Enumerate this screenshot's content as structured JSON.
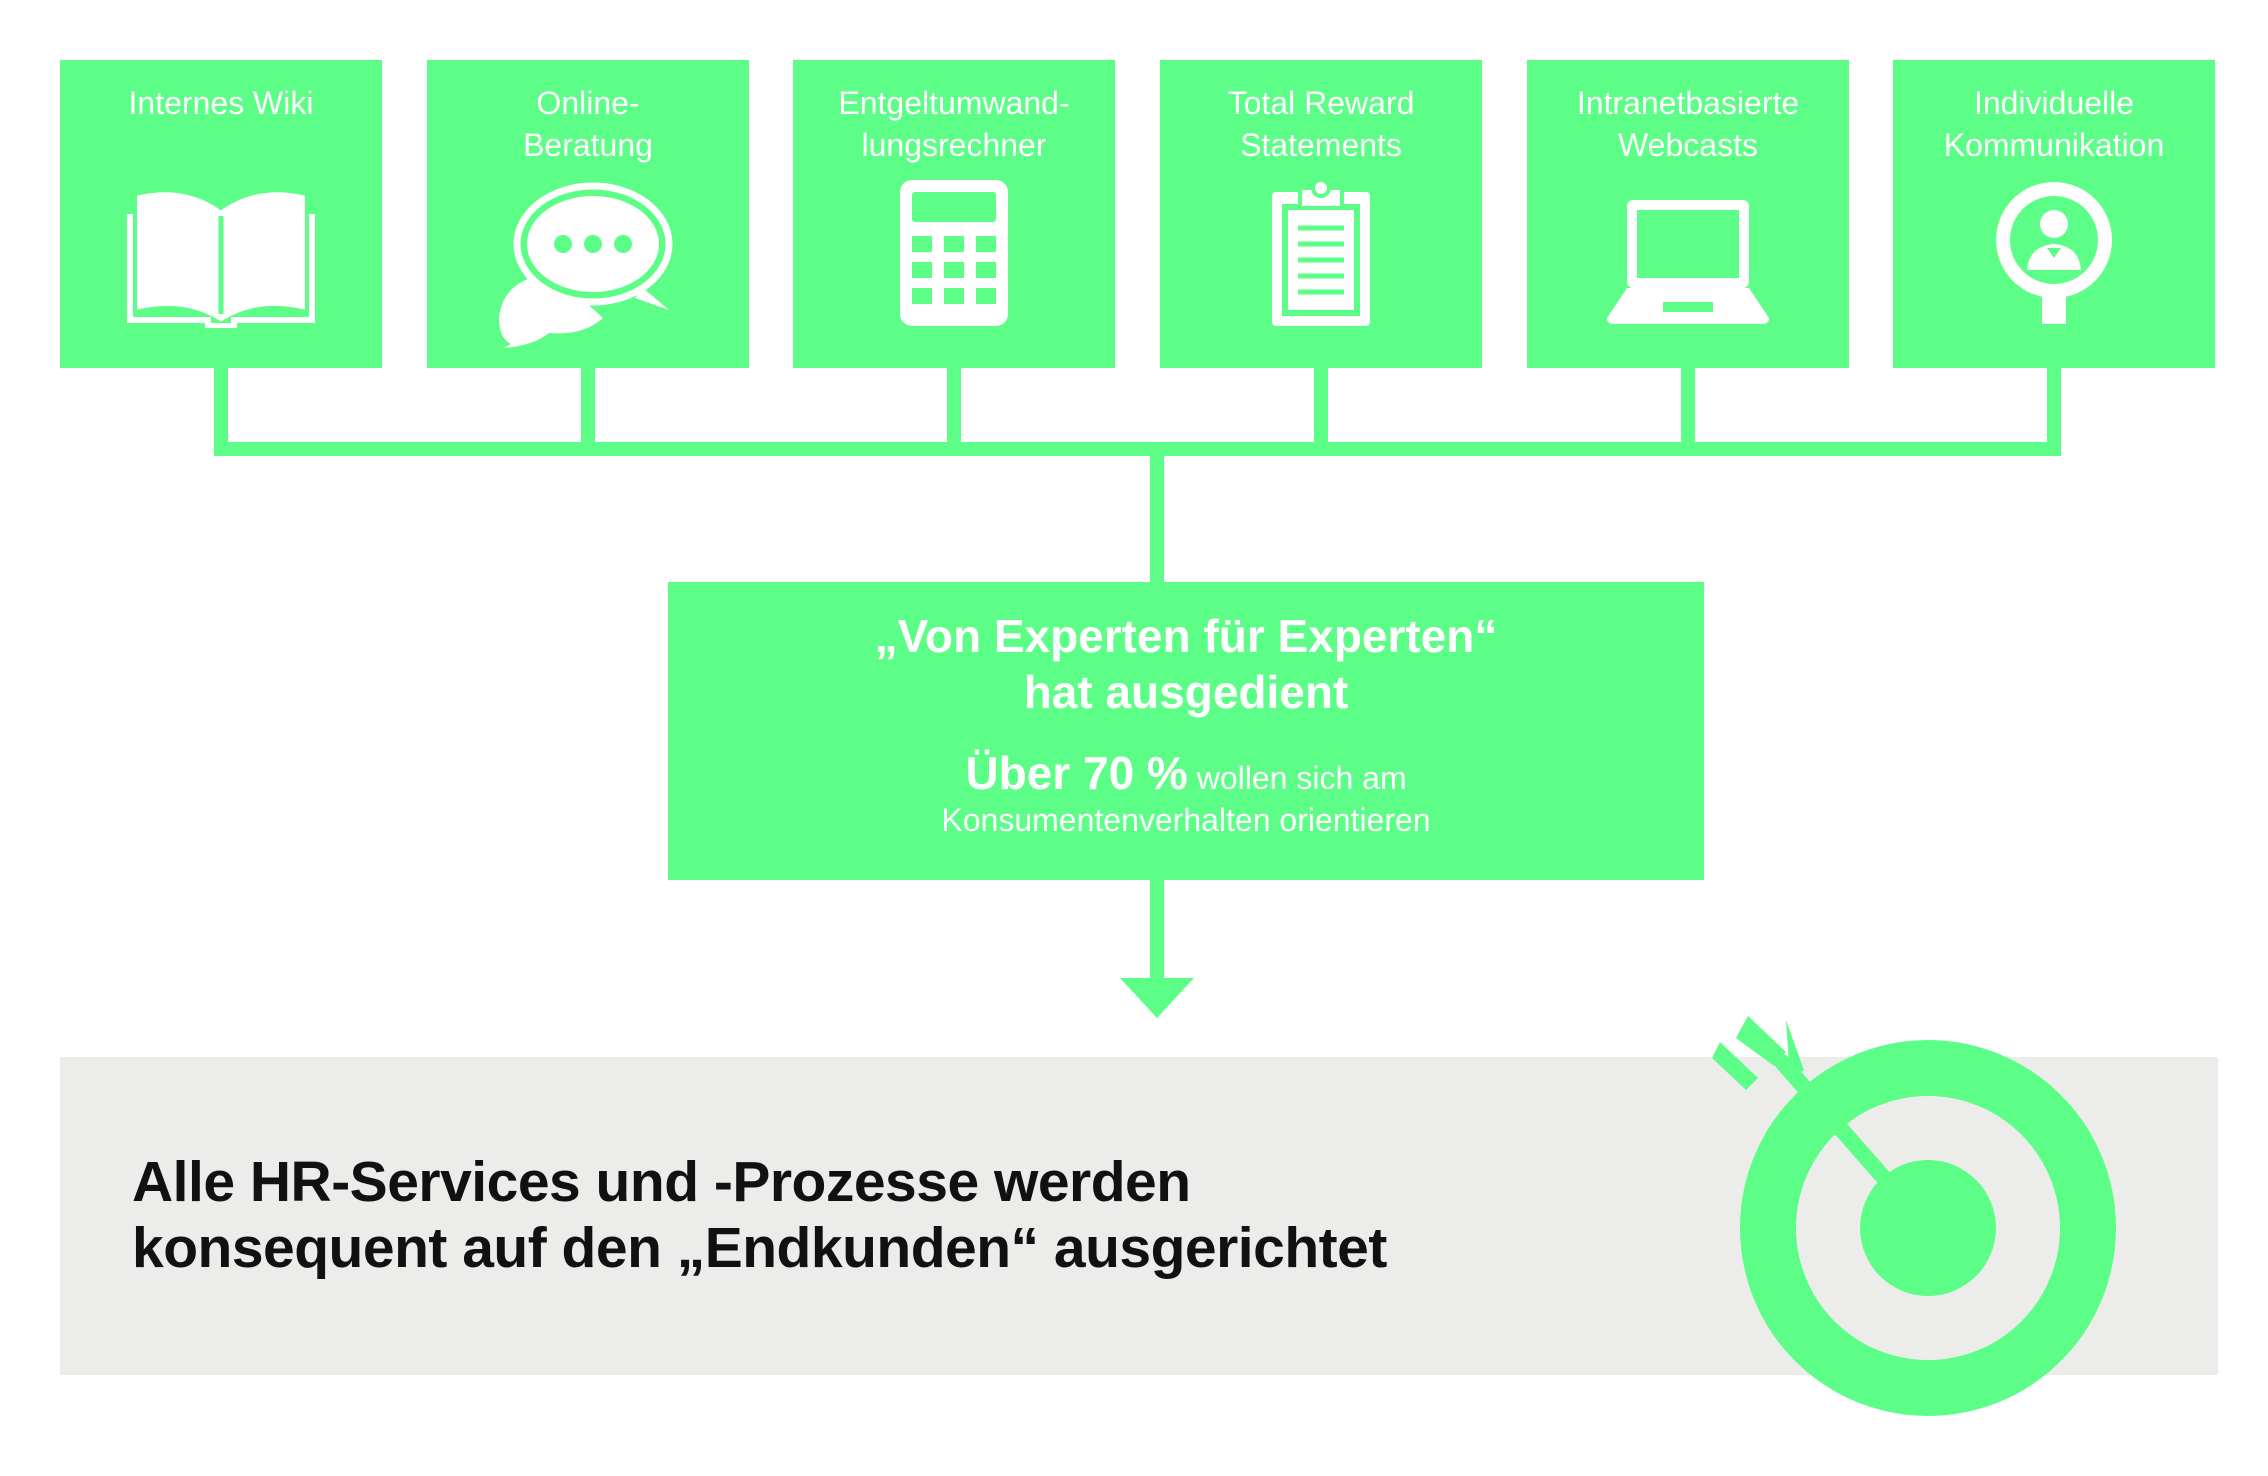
{
  "colors": {
    "accent": "#5dfe87",
    "panel": "#ecedeb",
    "text_dark": "#111111",
    "text_light": "#ffffff"
  },
  "channels": [
    {
      "label": "Internes Wiki",
      "icon": "book-icon"
    },
    {
      "label": "Online-\nBeratung",
      "icon": "chat-bubbles-icon"
    },
    {
      "label": "Entgeltumwand-\nlungsrechner",
      "icon": "calculator-icon"
    },
    {
      "label": "Total Reward\nStatements",
      "icon": "clipboard-icon"
    },
    {
      "label": "Intranetbasierte\nWebcasts",
      "icon": "laptop-icon"
    },
    {
      "label": "Individuelle\nKommunikation",
      "icon": "person-magnifier-icon"
    }
  ],
  "center": {
    "title_line1": "„Von Experten für Experten“",
    "title_line2": "hat ausgedient",
    "stat_value": "Über 70 %",
    "stat_text_line1": " wollen sich am",
    "stat_text_line2": "Konsumentenverhalten orientieren"
  },
  "result": {
    "line1": "Alle HR-Services und -Prozesse werden",
    "line2": "konsequent auf den „Endkunden“ ausgerichtet",
    "icon": "target-arrow-icon"
  }
}
